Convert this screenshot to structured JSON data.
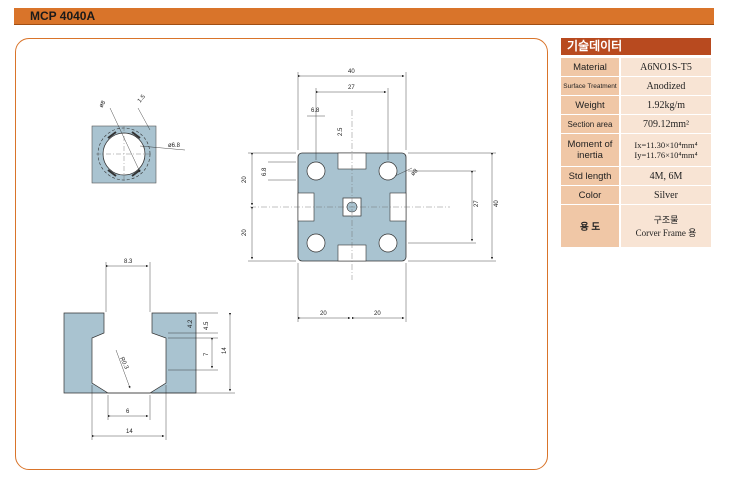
{
  "header": {
    "title": "MCP 4040A"
  },
  "spec": {
    "heading": "기술데이터",
    "rows": [
      {
        "key": "Material",
        "value": "A6NO1S-T5"
      },
      {
        "key": "Surface Treatment",
        "value": "Anodized"
      },
      {
        "key": "Weight",
        "value": "1.92kg/m"
      },
      {
        "key": "Section area",
        "value": "709.12mm²"
      },
      {
        "key": "Moment of inertia",
        "value": "Ix=11.30×10⁴mm⁴",
        "value2": "Iy=11.76×10⁴mm⁴"
      },
      {
        "key": "Std length",
        "value": "4M, 6M"
      },
      {
        "key": "Color",
        "value": "Silver"
      },
      {
        "key": "용 도",
        "value": "구조물",
        "value2": "Corver Frame 용"
      }
    ]
  },
  "dims": {
    "top_40": "40",
    "top_27": "27",
    "d68": "6.8",
    "d25": "2.5",
    "d15": "1.5",
    "phi8": "ø8",
    "phi68": "ø6.8",
    "phi8b": "ø8",
    "left_20a": "20",
    "left_20b": "20",
    "left_68": "6.8",
    "right_27": "27",
    "right_40": "40",
    "bot_20a": "20",
    "bot_20b": "20",
    "d83": "8.3",
    "d42": "4.2",
    "d45": "4.5",
    "d7": "7",
    "d14v": "14",
    "r03": "R0.3",
    "d6": "6",
    "d14h": "14"
  },
  "colors": {
    "header": "#d9742a",
    "profile": "#a9c3d0",
    "spec_head": "#b84a1f",
    "key_bg": "#f0c7a6",
    "val_bg": "#f8e4d4"
  }
}
